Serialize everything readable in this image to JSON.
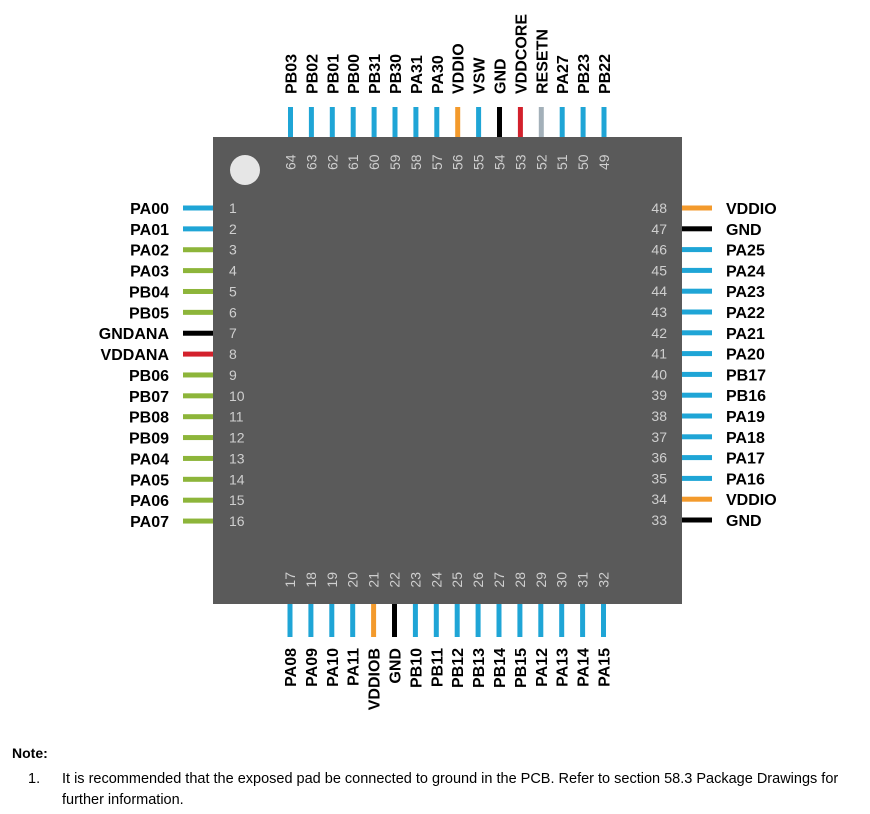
{
  "pins": [
    {
      "n": "1",
      "name": "PA00",
      "type": "io"
    },
    {
      "n": "2",
      "name": "PA01",
      "type": "io"
    },
    {
      "n": "3",
      "name": "PA02",
      "type": "analog"
    },
    {
      "n": "4",
      "name": "PA03",
      "type": "analog"
    },
    {
      "n": "5",
      "name": "PB04",
      "type": "analog"
    },
    {
      "n": "6",
      "name": "PB05",
      "type": "analog"
    },
    {
      "n": "7",
      "name": "GNDANA",
      "type": "gnd"
    },
    {
      "n": "8",
      "name": "VDDANA",
      "type": "core"
    },
    {
      "n": "9",
      "name": "PB06",
      "type": "analog"
    },
    {
      "n": "10",
      "name": "PB07",
      "type": "analog"
    },
    {
      "n": "11",
      "name": "PB08",
      "type": "analog"
    },
    {
      "n": "12",
      "name": "PB09",
      "type": "analog"
    },
    {
      "n": "13",
      "name": "PA04",
      "type": "analog"
    },
    {
      "n": "14",
      "name": "PA05",
      "type": "analog"
    },
    {
      "n": "15",
      "name": "PA06",
      "type": "analog"
    },
    {
      "n": "16",
      "name": "PA07",
      "type": "analog"
    },
    {
      "n": "17",
      "name": "PA08",
      "type": "io"
    },
    {
      "n": "18",
      "name": "PA09",
      "type": "io"
    },
    {
      "n": "19",
      "name": "PA10",
      "type": "io"
    },
    {
      "n": "20",
      "name": "PA11",
      "type": "io"
    },
    {
      "n": "21",
      "name": "VDDIOB",
      "type": "vddio"
    },
    {
      "n": "22",
      "name": "GND",
      "type": "gnd"
    },
    {
      "n": "23",
      "name": "PB10",
      "type": "io"
    },
    {
      "n": "24",
      "name": "PB11",
      "type": "io"
    },
    {
      "n": "25",
      "name": "PB12",
      "type": "io"
    },
    {
      "n": "26",
      "name": "PB13",
      "type": "io"
    },
    {
      "n": "27",
      "name": "PB14",
      "type": "io"
    },
    {
      "n": "28",
      "name": "PB15",
      "type": "io"
    },
    {
      "n": "29",
      "name": "PA12",
      "type": "io"
    },
    {
      "n": "30",
      "name": "PA13",
      "type": "io"
    },
    {
      "n": "31",
      "name": "PA14",
      "type": "io"
    },
    {
      "n": "32",
      "name": "PA15",
      "type": "io"
    },
    {
      "n": "33",
      "name": "GND",
      "type": "gnd"
    },
    {
      "n": "34",
      "name": "VDDIO",
      "type": "vddio"
    },
    {
      "n": "35",
      "name": "PA16",
      "type": "io"
    },
    {
      "n": "36",
      "name": "PA17",
      "type": "io"
    },
    {
      "n": "37",
      "name": "PA18",
      "type": "io"
    },
    {
      "n": "38",
      "name": "PA19",
      "type": "io"
    },
    {
      "n": "39",
      "name": "PB16",
      "type": "io"
    },
    {
      "n": "40",
      "name": "PB17",
      "type": "io"
    },
    {
      "n": "41",
      "name": "PA20",
      "type": "io"
    },
    {
      "n": "42",
      "name": "PA21",
      "type": "io"
    },
    {
      "n": "43",
      "name": "PA22",
      "type": "io"
    },
    {
      "n": "44",
      "name": "PA23",
      "type": "io"
    },
    {
      "n": "45",
      "name": "PA24",
      "type": "io"
    },
    {
      "n": "46",
      "name": "PA25",
      "type": "io"
    },
    {
      "n": "47",
      "name": "GND",
      "type": "gnd"
    },
    {
      "n": "48",
      "name": "VDDIO",
      "type": "vddio"
    },
    {
      "n": "49",
      "name": "PB22",
      "type": "io"
    },
    {
      "n": "50",
      "name": "PB23",
      "type": "io"
    },
    {
      "n": "51",
      "name": "PA27",
      "type": "io"
    },
    {
      "n": "52",
      "name": "RESETN",
      "type": "reset"
    },
    {
      "n": "53",
      "name": "VDDCORE",
      "type": "core"
    },
    {
      "n": "54",
      "name": "GND",
      "type": "gnd"
    },
    {
      "n": "55",
      "name": "VSW",
      "type": "io"
    },
    {
      "n": "56",
      "name": "VDDIO",
      "type": "vddio"
    },
    {
      "n": "57",
      "name": "PA30",
      "type": "io"
    },
    {
      "n": "58",
      "name": "PA31",
      "type": "io"
    },
    {
      "n": "59",
      "name": "PB30",
      "type": "io"
    },
    {
      "n": "60",
      "name": "PB31",
      "type": "io"
    },
    {
      "n": "61",
      "name": "PB00",
      "type": "io"
    },
    {
      "n": "62",
      "name": "PB01",
      "type": "io"
    },
    {
      "n": "63",
      "name": "PB02",
      "type": "io"
    },
    {
      "n": "64",
      "name": "PB03",
      "type": "io"
    }
  ],
  "colors": {
    "io": "#1fa5d6",
    "analog": "#8db53a",
    "gnd": "#000000",
    "core": "#d3212c",
    "vddio": "#f39a2c",
    "reset": "#a3b0b9",
    "package_body": "#5a5a5a",
    "pin1_dot": "#e6e6e6"
  },
  "note": {
    "title": "Note:",
    "items": [
      {
        "num": "1.",
        "text": "It is recommended that the exposed pad be connected to ground in the PCB. Refer to section 58.3 Package Drawings for further information."
      }
    ]
  }
}
